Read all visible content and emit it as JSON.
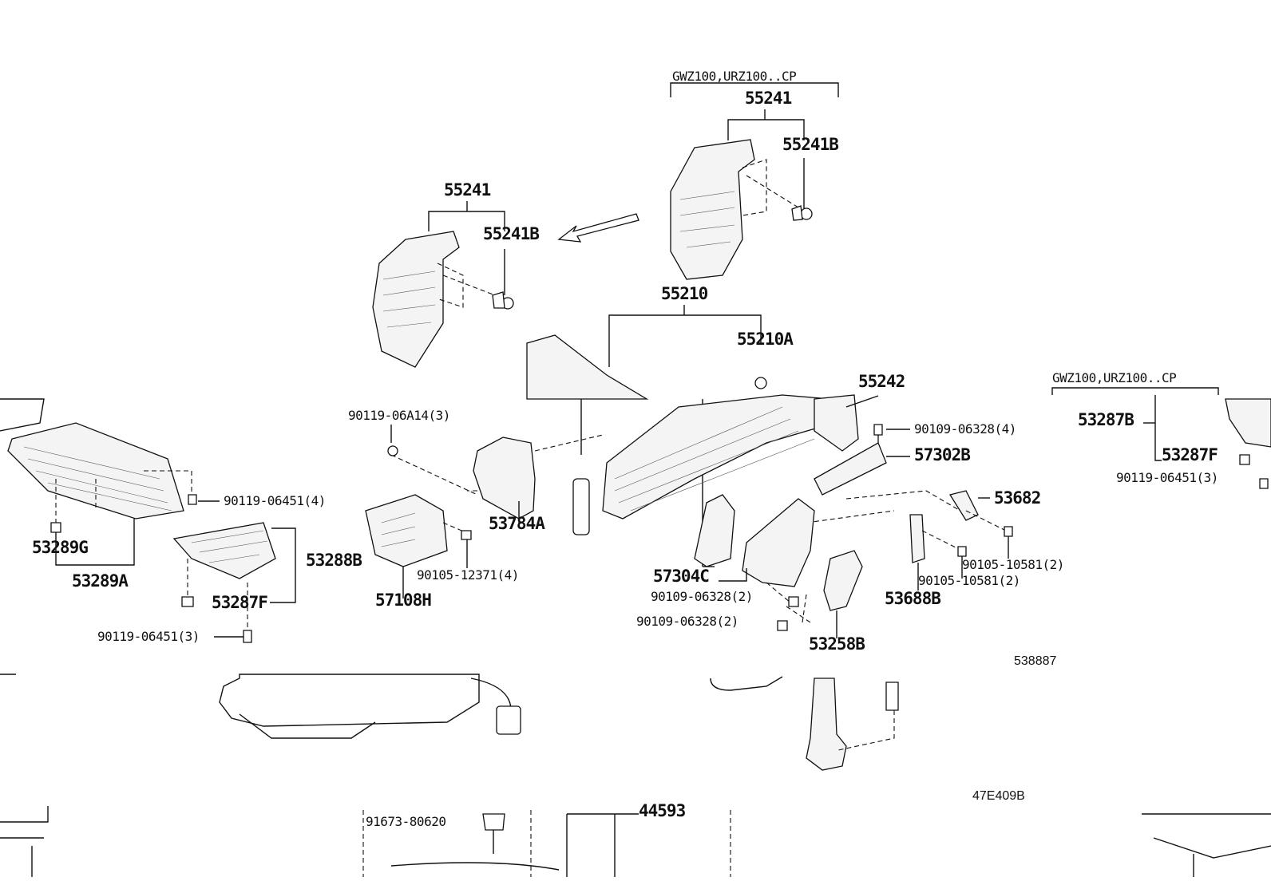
{
  "diagram": {
    "labels": {
      "cp_top": "GWZ100,URZ100..CP",
      "p55241_top": "55241",
      "p55241b_top": "55241B",
      "p55241_left": "55241",
      "p55241b_left": "55241B",
      "p55210": "55210",
      "p55210a": "55210A",
      "p55242": "55242",
      "cp_right": "GWZ100,URZ100..CP",
      "p53287b": "53287B",
      "p53287f_right": "53287F",
      "bolt_90119_06451_3_right": "90119-06451(3)",
      "bolt_90119_06a14": "90119-06A14(3)",
      "bolt_90109_06328_4": "90109-06328(4)",
      "p57302b": "57302B",
      "p53682": "53682",
      "bolt_90119_06451_4": "90119-06451(4)",
      "p53289g": "53289G",
      "p53289a": "53289A",
      "p53288b": "53288B",
      "p53287f_left": "53287F",
      "bolt_90119_06451_3_left": "90119-06451(3)",
      "p53784a": "53784A",
      "bolt_90105_12371": "90105-12371(4)",
      "p57108h": "57108H",
      "p57304c": "57304C",
      "bolt_90109_06328_2a": "90109-06328(2)",
      "bolt_90109_06328_2b": "90109-06328(2)",
      "bolt_90105_10581_a": "90105-10581(2)",
      "bolt_90105_10581_b": "90105-10581(2)",
      "p53688b": "53688B",
      "p53258b": "53258B",
      "ref_538887": "538887",
      "ref_47e409b": "47E409B",
      "bolt_91673_80620": "91673-80620",
      "p44593": "44593"
    }
  }
}
